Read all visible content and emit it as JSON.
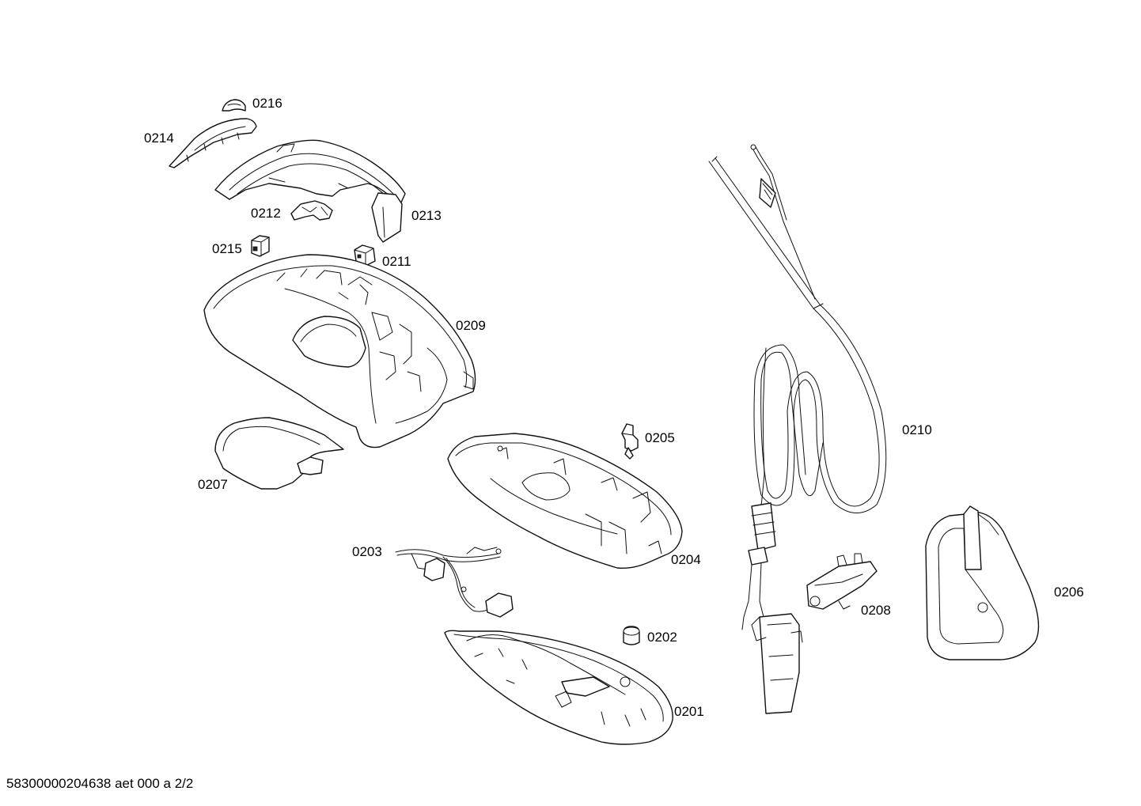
{
  "parts": [
    {
      "number": "0216"
    },
    {
      "number": "0214"
    },
    {
      "number": "0212"
    },
    {
      "number": "0213"
    },
    {
      "number": "0215"
    },
    {
      "number": "0211"
    },
    {
      "number": "0209"
    },
    {
      "number": "0207"
    },
    {
      "number": "0205"
    },
    {
      "number": "0210"
    },
    {
      "number": "0203"
    },
    {
      "number": "0204"
    },
    {
      "number": "0208"
    },
    {
      "number": "0206"
    },
    {
      "number": "0202"
    },
    {
      "number": "0201"
    }
  ],
  "document_reference": "58300000204638 aet 000 a 2/2",
  "line_color": "#111111",
  "background_color": "#ffffff"
}
